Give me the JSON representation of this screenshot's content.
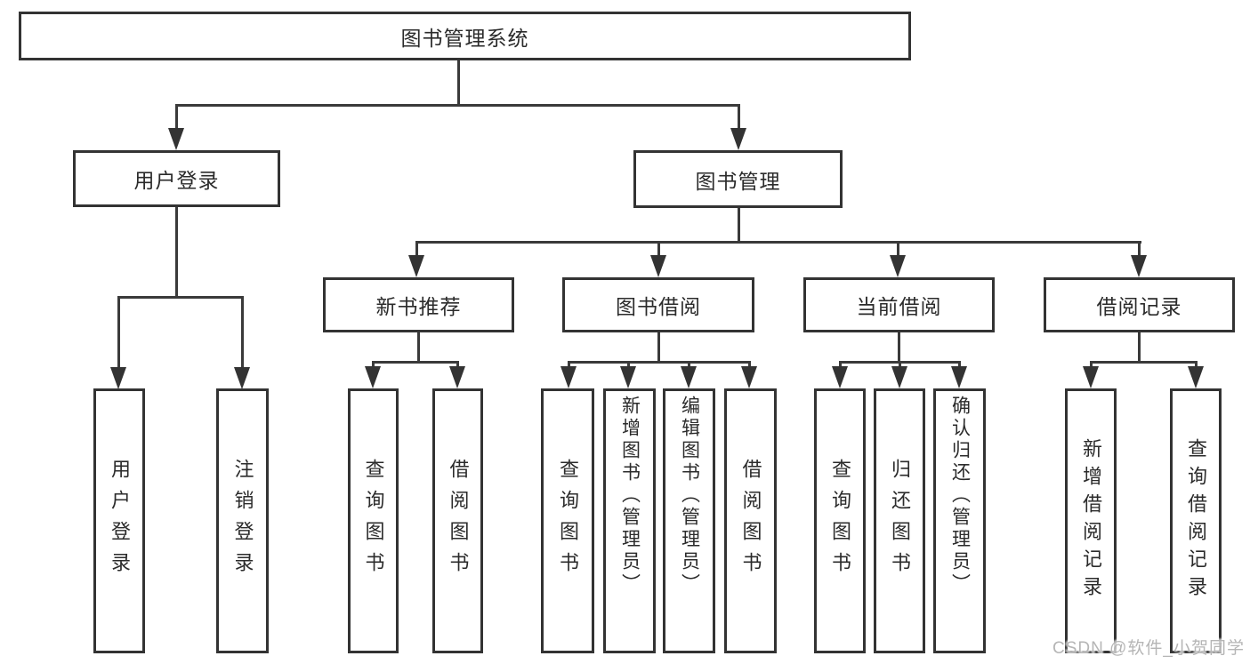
{
  "tree": {
    "root": "图书管理系统",
    "user": {
      "label": "用户登录",
      "children": [
        {
          "label": "用户登录"
        },
        {
          "label": "注销登录"
        }
      ]
    },
    "book": {
      "label": "图书管理",
      "modules": [
        {
          "label": "新书推荐",
          "children": [
            {
              "label": "查询图书"
            },
            {
              "label": "借阅图书"
            }
          ]
        },
        {
          "label": "图书借阅",
          "children": [
            {
              "label": "查询图书"
            },
            {
              "label": "新增图书（管理员）"
            },
            {
              "label": "编辑图书（管理员）"
            },
            {
              "label": "借阅图书"
            }
          ]
        },
        {
          "label": "当前借阅",
          "children": [
            {
              "label": "查询图书"
            },
            {
              "label": "归还图书"
            },
            {
              "label": "确认归还（管理员）"
            }
          ]
        },
        {
          "label": "借阅记录",
          "children": [
            {
              "label": "新增借阅记录"
            },
            {
              "label": "查询借阅记录"
            }
          ]
        }
      ]
    }
  },
  "watermark": {
    "text": "CSDN @软件_小贺同学"
  },
  "colors": {
    "border": "#333333",
    "line": "#3a3a3a",
    "text": "#2b2b2b",
    "background": "#ffffff",
    "watermark": "#b5b5b5"
  }
}
